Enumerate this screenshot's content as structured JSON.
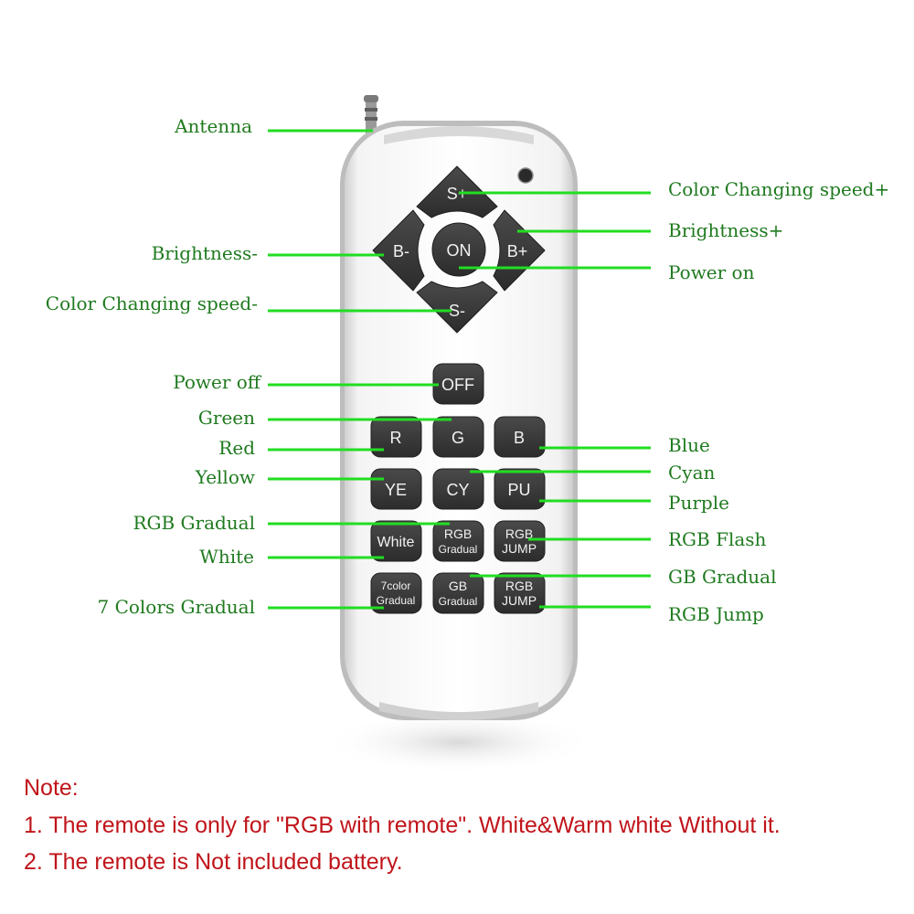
{
  "colors": {
    "label_text": "#1f7a1f",
    "callout_line": "#22dd22",
    "note_text": "#c0141a",
    "button_fill": "#3a3a3a",
    "remote_body": "#ececec"
  },
  "remote": {
    "led_icon": "status-led-icon",
    "buttons": {
      "s_plus": "S+",
      "b_minus": "B-",
      "on": "ON",
      "b_plus": "B+",
      "s_minus": "S-",
      "off": "OFF",
      "r": "R",
      "g": "G",
      "b": "B",
      "ye": "YE",
      "cy": "CY",
      "pu": "PU",
      "white": "White",
      "rgb_gradual_1": "RGB",
      "rgb_gradual_2": "Gradual",
      "rgb_jump_a_1": "RGB",
      "rgb_jump_a_2": "JUMP",
      "color7_1": "7color",
      "color7_2": "Gradual",
      "gb_gradual_1": "GB",
      "gb_gradual_2": "Gradual",
      "rgb_jump_b_1": "RGB",
      "rgb_jump_b_2": "JUMP"
    }
  },
  "labels": {
    "antenna": "Antenna",
    "color_speed_plus": "Color Changing speed+",
    "brightness_plus": "Brightness+",
    "brightness_minus": "Brightness-",
    "power_on": "Power on",
    "color_speed_minus": "Color Changing speed-",
    "power_off": "Power off",
    "green": "Green",
    "red": "Red",
    "blue": "Blue",
    "yellow": "Yellow",
    "cyan": "Cyan",
    "purple": "Purple",
    "rgb_gradual": "RGB Gradual",
    "rgb_flash": "RGB Flash",
    "white": "White",
    "gb_gradual": "GB Gradual",
    "colors7_gradual": "7 Colors Gradual",
    "rgb_jump": "RGB Jump"
  },
  "note": {
    "heading": "Note:",
    "line1": "1. The remote is only for \"RGB with remote\". White&Warm white Without it.",
    "line2": "2. The remote is Not included battery."
  }
}
